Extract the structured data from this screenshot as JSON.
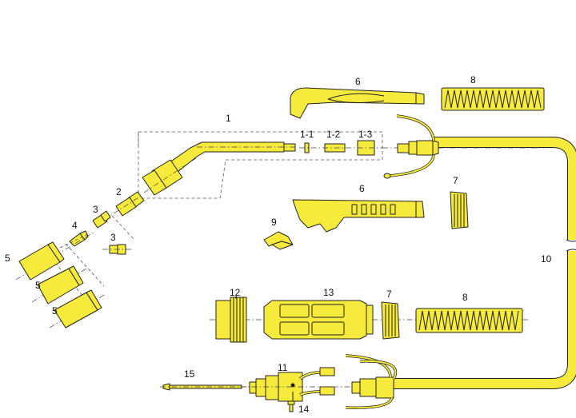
{
  "diagram": {
    "colors": {
      "part_fill": "#f6ea3c",
      "part_dark": "#e4cf10",
      "outline": "#222222",
      "background": "#ffffff"
    },
    "labels": {
      "l1": "1",
      "l1_1": "1-1",
      "l1_2": "1-2",
      "l1_3": "1-3",
      "l2": "2",
      "l3a": "3",
      "l3b": "3",
      "l4": "4",
      "l5a": "5",
      "l5b": "5",
      "l5c": "5",
      "l6a": "6",
      "l6b": "6",
      "l7a": "7",
      "l7b": "7",
      "l8a": "8",
      "l8b": "8",
      "l9": "9",
      "l10": "10",
      "l11": "11",
      "l12": "12",
      "l13": "13",
      "l14": "14",
      "l15": "15"
    }
  }
}
